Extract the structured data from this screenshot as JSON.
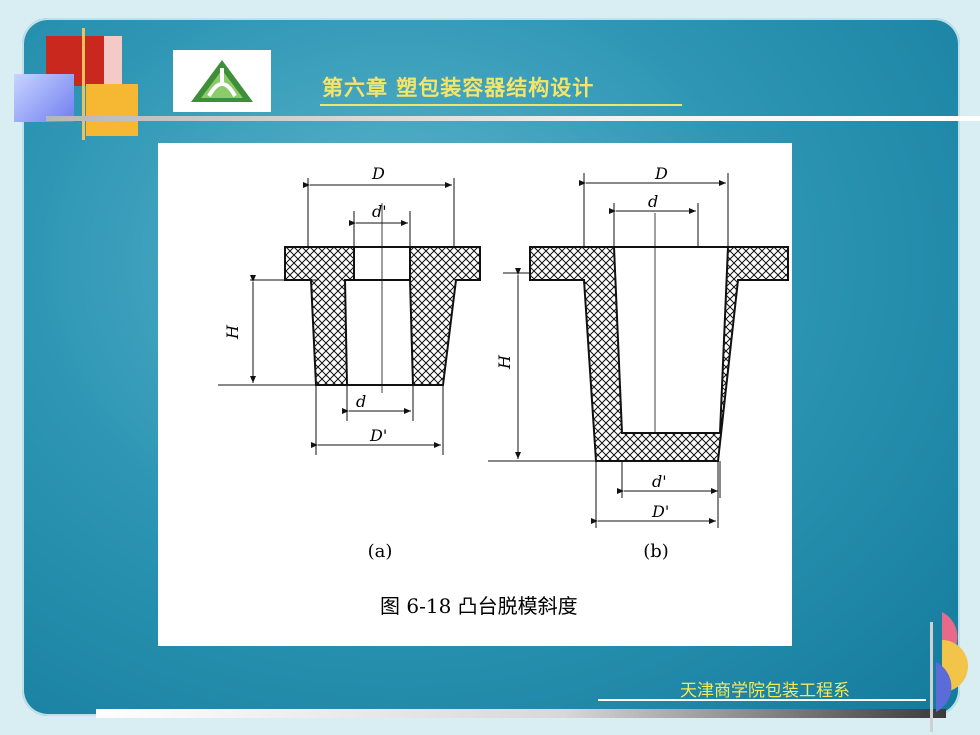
{
  "slide": {
    "title": "第六章  塑包装容器结构设计",
    "footer": "天津商学院包装工程系"
  },
  "figure": {
    "caption": "图 6-18   凸台脱模斜度",
    "panel_a": {
      "label": "(a)",
      "dims": {
        "D": "D",
        "d_prime": "d'",
        "H": "H",
        "d": "d",
        "D_prime": "D'"
      }
    },
    "panel_b": {
      "label": "(b)",
      "dims": {
        "D": "D",
        "d": "d",
        "H": "H",
        "d_prime": "d'",
        "D_prime": "D'"
      }
    }
  },
  "icons": {
    "logo": "triangle-logo-icon"
  },
  "colors": {
    "title": "#f4e56a",
    "frame": "#2f97b5",
    "accent_red": "#c8281e",
    "accent_yellow": "#f6b732"
  }
}
